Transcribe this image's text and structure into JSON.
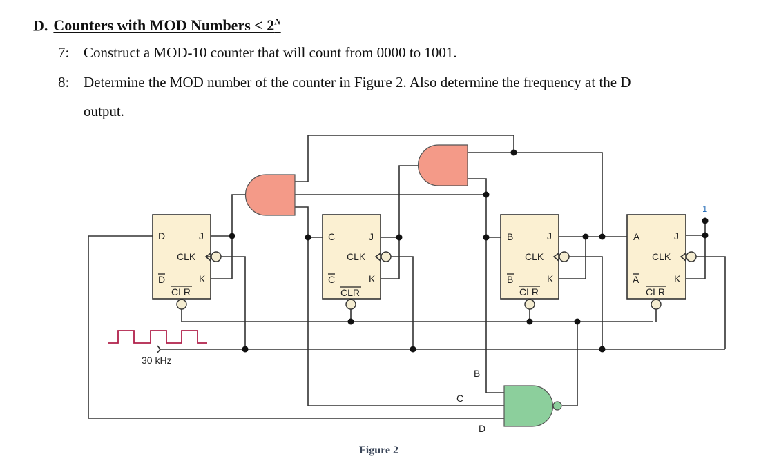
{
  "section": {
    "letter": "D.",
    "title": "Counters with MOD Numbers < 2",
    "superscript": "N"
  },
  "questions": [
    {
      "number": "7:",
      "text": "Construct a MOD-10 counter that will count from 0000 to 1001."
    },
    {
      "number": "8:",
      "text": "Determine the MOD number of the counter in Figure 2. Also determine the frequency at the D",
      "continuation": "output."
    }
  ],
  "figure": {
    "caption": "Figure 2",
    "clock_label": "30 kHz",
    "high_label": "1",
    "flip_flops": [
      {
        "q": "D",
        "qbar": "D",
        "j": "J",
        "k": "K",
        "clk": "CLK",
        "clr": "CLR"
      },
      {
        "q": "C",
        "qbar": "C",
        "j": "J",
        "k": "K",
        "clk": "CLK",
        "clr": "CLR"
      },
      {
        "q": "B",
        "qbar": "B",
        "j": "J",
        "k": "K",
        "clk": "CLK",
        "clr": "CLR"
      },
      {
        "q": "A",
        "qbar": "A",
        "j": "J",
        "k": "K",
        "clk": "CLK",
        "clr": "CLR"
      }
    ],
    "nand_inputs": [
      "B",
      "C",
      "D"
    ],
    "colors": {
      "flip_flop": "#fbf0d2",
      "and_gate": "#f49a88",
      "nand_gate": "#8ccf9c",
      "clock_wave": "#b0204a"
    }
  }
}
